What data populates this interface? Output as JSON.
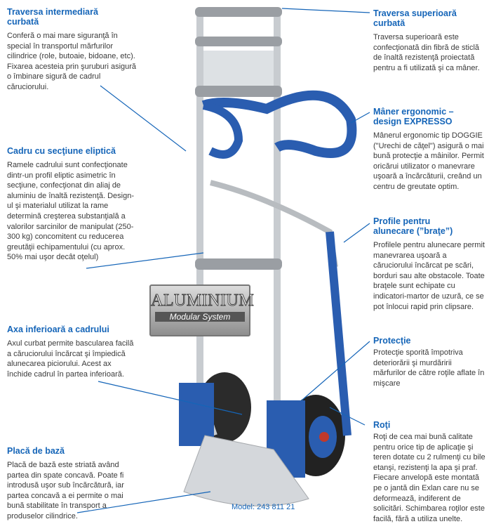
{
  "left": [
    {
      "title": "Traversa intermediară  curbată",
      "body": "Conferă o mai mare siguranţă în special în transportul mărfurilor cilindrice (role, butoaie, bidoane, etc). Fixarea acesteia prin şuruburi asigură o îmbinare sigură de cadrul căruciorului."
    },
    {
      "title": "Cadru cu secţiune eliptică",
      "body": "Ramele cadrului sunt confecţionate dintr-un profil eliptic asimetric în secţiune, confecţionat din aliaj de aluminiu de înaltă rezistenţă. Design-ul şi materialul utilizat la rame determină creşterea substanţială a valorilor sarcinilor de manipulat (250-300 kg) concomitent cu reducerea greutăţii echipamentului (cu aprox. 50% mai uşor decât oţelul)"
    },
    {
      "title": "Axa inferioară a cadrului",
      "body": "Axul curbat permite bascularea facilă a căruciorului încărcat şi împiedică alunecarea piciorului. Acest ax închide cadrul în partea inferioară."
    },
    {
      "title": "Placă de bază",
      "body": "Placă de bază este striată având partea din spate concavă. Poate fi introdusă uşor sub încărcătură, iar partea concavă a ei permite o mai bună stabilitate în transport a produselor cilindrice."
    }
  ],
  "right": [
    {
      "title": "Traversa superioară curbată",
      "body": "Traversa superioară este confecţionată din fibră de sticlă de înaltă rezistenţă proiectată pentru a fi utilizată şi ca mâner."
    },
    {
      "title": "Mâner ergonomic – design EXPRESSO",
      "body": "Mânerul ergonomic tip DOGGIE (\"Urechi de căţel\") asigură o mai bună protecţie a mâinilor. Permit oricărui utilizator o manevrare uşoară a încărcăturii, creând un centru de greutate optim."
    },
    {
      "title": "Profile pentru alunecare (”braţe”)",
      "body": "Profilele pentru alunecare permit manevrarea uşoară a căruciorului încărcat pe scări, borduri sau alte obstacole. Toate braţele sunt echipate cu indicatori-martor de uzură, ce se pot înlocui rapid prin clipsare."
    },
    {
      "title": "Protecţie",
      "body": "Protecţie sporită împotriva deteriorării şi murdăririi mărfurilor de către roţile aflate în mişcare"
    },
    {
      "title": "Roţi",
      "body": "Roţi de cea mai bună calitate pentru orice tip de aplicaţie şi teren dotate cu 2 rulmenţi cu bile etanşi, rezistenţi la apa şi praf. Fiecare anvelopă este montată pe o jantă din Exlan care nu se deformează, indiferent de solicitări. Schimbarea roţilor este facilă, fără a utiliza unelte."
    }
  ],
  "badge": {
    "main": "ALUMINIUM",
    "sub": "Modular System"
  },
  "model": "Model: 243 811 21",
  "colors": {
    "accent": "#1565b8",
    "handle": "#2a5db0"
  }
}
